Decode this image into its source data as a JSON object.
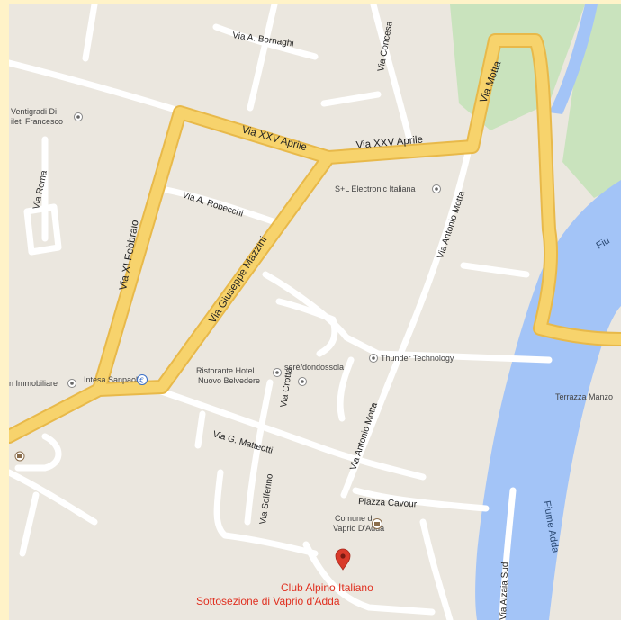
{
  "roads": {
    "via_bonaghi": "Via A. Bornaghi",
    "via_concesa": "Via Concesa",
    "via_motta": "Via Motta",
    "via_xxv_aprile_1": "Via XXV Aprile",
    "via_xxv_aprile_2": "Via XXV Aprile",
    "via_roma": "Via Roma",
    "via_robecchi": "Via A. Robecchi",
    "via_xi_febbraio": "Via XI Febbraio",
    "via_mazzini": "Via Giuseppe Mazzini",
    "via_antonio_motta_1": "Via Antonio Motta",
    "via_antonio_motta_2": "Via Antonio Motta",
    "via_matteotti": "Via G. Matteotti",
    "via_crotta": "Via Crotta",
    "via_solferino": "Via Solferino",
    "piazza_cavour": "Piazza Cavour",
    "via_alzaia_sud": "Via Alzaia Sud"
  },
  "water": {
    "river_top": "Fiu",
    "river_main": "Fiume Adda"
  },
  "pois": {
    "ventigradi_line1": "Ventigradi Di",
    "ventigradi_line2": "ileti Francesco",
    "sl_electronic": "S+L Electronic Italiana",
    "thunder": "Thunder Technology",
    "hotel_line1": "Ristorante Hotel",
    "hotel_line2": "Nuovo Belvedere",
    "sere": "seré/dondossola",
    "immobiliare": "n Immobiliare",
    "intesa": "Intesa Sanpaolo",
    "terrazza": "Terrazza Manzo",
    "comune_line1": "Comune di",
    "comune_line2": "Vaprio D'Adda"
  },
  "marker": {
    "line1": "Club Alpino Italiano",
    "line2": "Sottosezione di Vaprio d'Adda"
  },
  "colors": {
    "land": "#ebe7df",
    "water": "#a3c4f7",
    "park": "#c9e3bd",
    "major_road": "#f7d36c",
    "minor_road": "#ffffff",
    "marker": "#d93a2a",
    "border": "#fff3c8"
  }
}
